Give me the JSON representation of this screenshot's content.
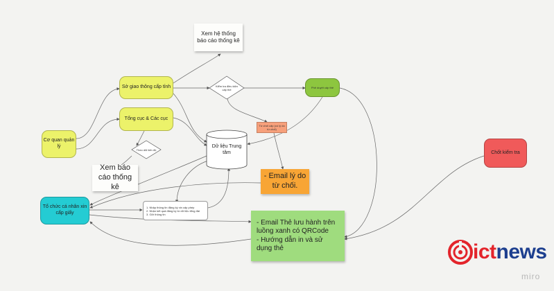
{
  "nodes": {
    "co_quan_quan_ly": "Cơ quan quản lý",
    "so_giao_thong": "Sở giao thông cấp tỉnh",
    "tong_cuc": "Tổng cục & Các cục",
    "xem_he_thong": "Xem hệ thống báo cáo thống kê",
    "kiem_tra_dieu_kien": "Kiểm tra điều kiện cấp thẻ",
    "theo_doi": "Theo dõi tiến độ",
    "du_lieu_trung_tam": "Dữ liệu Trung tâm",
    "phe_duyet": "Phê duyệt cấp thẻ",
    "tu_choi": "Từ chối cấp (có lý do từ chối)",
    "xem_bao_cao": "Xem báo cáo thống kê",
    "email_tu_choi": "- Email lý do từ chối.",
    "to_chuc": "Tổ chức cá nhân xin cấp giấy",
    "form_steps": [
      "1. Nhập thông tin đăng ký xin cấp phép",
      "2. Nhận kết quả đăng ký từ dữ liệu tổng đài",
      "3. Gửi thông tin"
    ],
    "email_the": "- Email Thẻ lưu hành trên luồng xanh có QRCode\n- Hướng dẫn in và sử dụng thẻ",
    "chot_kiem_tra": "Chốt kiểm tra"
  },
  "brand": {
    "logo_ict": "ict",
    "logo_news": "news",
    "watermark": "miro"
  },
  "colors": {
    "yellow": "#ecf26a",
    "orange_note": "#f8a535",
    "green_note": "#9fdc7e",
    "green_box": "#8dc63f",
    "red_box": "#f05a5a",
    "cyan_box": "#24ccd3",
    "salmon": "#f7a07b",
    "white_note": "#fdfdfb",
    "logo_red": "#e3242b",
    "logo_blue": "#1d3f8f"
  }
}
